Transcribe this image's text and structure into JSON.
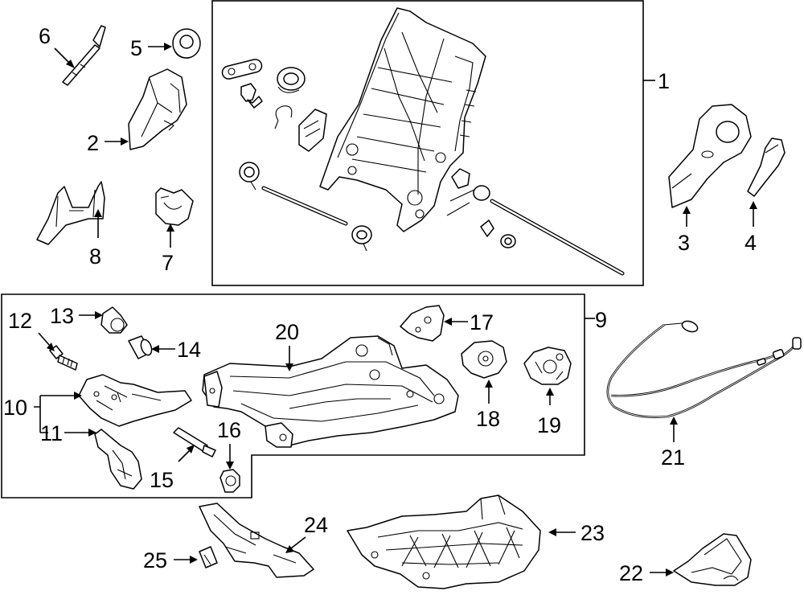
{
  "diagram": {
    "callouts": {
      "c1": "1",
      "c2": "2",
      "c3": "3",
      "c4": "4",
      "c5": "5",
      "c6": "6",
      "c7": "7",
      "c8": "8",
      "c9": "9",
      "c10": "10",
      "c11": "11",
      "c12": "12",
      "c13": "13",
      "c14": "14",
      "c15": "15",
      "c16": "16",
      "c17": "17",
      "c18": "18",
      "c19": "19",
      "c20": "20",
      "c21": "21",
      "c22": "22",
      "c23": "23",
      "c24": "24",
      "c25": "25"
    }
  }
}
